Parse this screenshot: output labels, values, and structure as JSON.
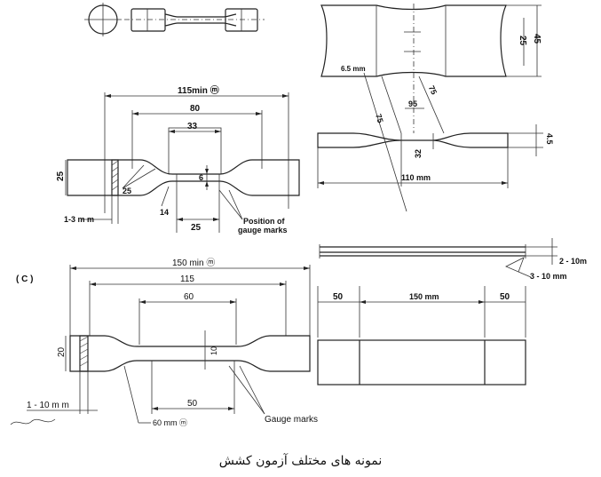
{
  "caption": "نمونه های مختلف آزمون کشش",
  "fig_a": {
    "overall": "115min ⓜ",
    "span": "80",
    "narrow": "33",
    "width": "25",
    "thickness": "6",
    "radius": "25",
    "radius2": "14",
    "gauge": "25",
    "clamp": "1-3 m m",
    "gauge_note_1": "Position of",
    "gauge_note_2": "gauge marks"
  },
  "fig_b": {
    "height": "25",
    "height2": "45",
    "width_left": "6.5 mm",
    "d1": "95",
    "d2": "75",
    "d3": "75",
    "d4": "32",
    "length": "110 mm",
    "thickness": "4.5"
  },
  "fig_c": {
    "label": "( C )",
    "overall": "150 min ⓜ",
    "span": "115",
    "narrow": "60",
    "width": "20",
    "thickness": "10",
    "gauge": "50",
    "clamp": "1 - 10 m m",
    "min": "60 mm ⓜ",
    "gauge_note": "Gauge marks"
  },
  "fig_d": {
    "thickness": "2 - 10m",
    "thickness2": "3 - 10 mm",
    "left": "50",
    "middle": "150 mm",
    "right": "50"
  }
}
